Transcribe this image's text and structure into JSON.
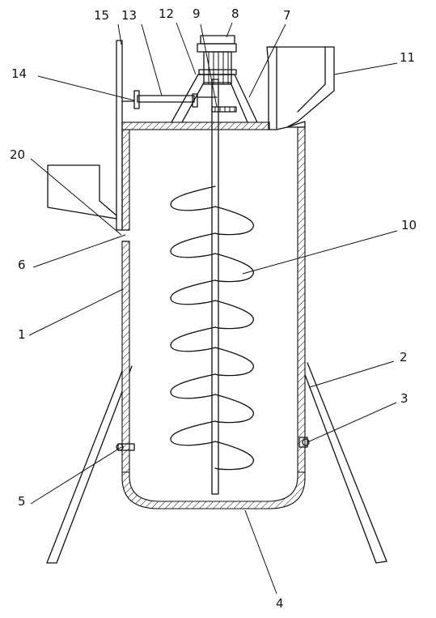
{
  "labels": {
    "l1": "1",
    "l2": "2",
    "l3": "3",
    "l4": "4",
    "l5": "5",
    "l6": "6",
    "l7": "7",
    "l8": "8",
    "l9": "9",
    "l10": "10",
    "l11": "11",
    "l12": "12",
    "l13": "13",
    "l14": "14",
    "l15": "15",
    "l20": "20"
  }
}
